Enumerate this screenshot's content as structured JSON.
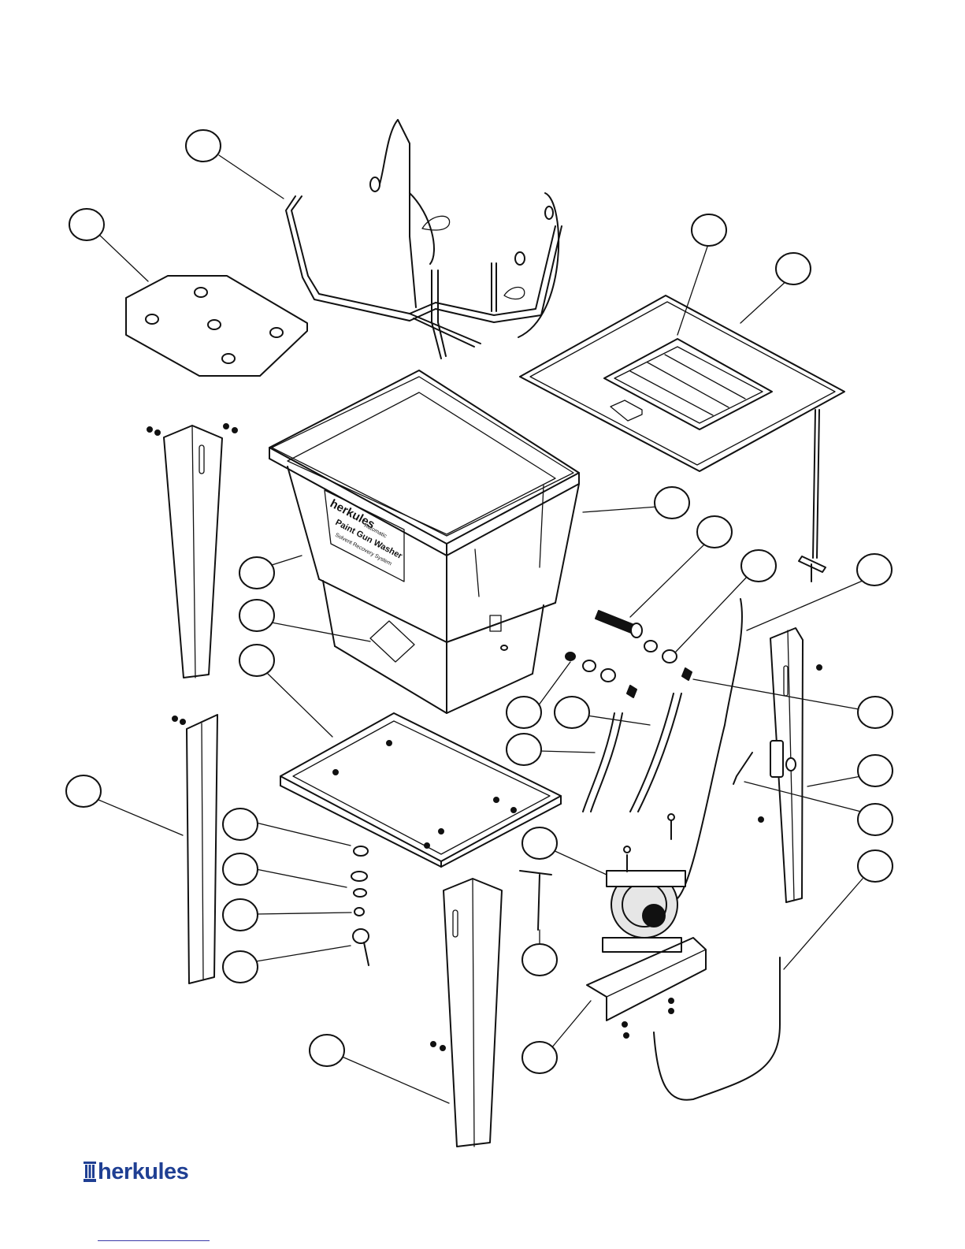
{
  "brand": {
    "name": "herkules",
    "color": "#1f3f93",
    "logo_icon": "herkules-column-logo-icon"
  },
  "unit_labels": {
    "brand": "herkules",
    "line1": "Automatic",
    "line2": "Paint Gun Washer",
    "line3": "Solvent Recovery System"
  },
  "footer_rule_color": "#3a3aa8"
}
